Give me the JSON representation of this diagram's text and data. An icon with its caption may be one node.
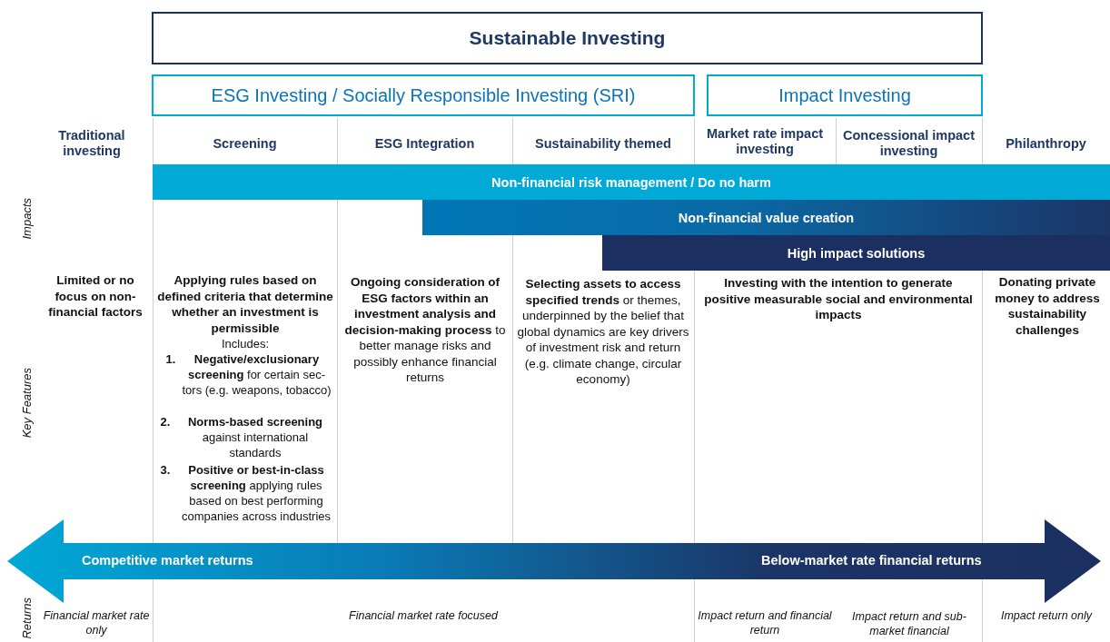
{
  "diagram": {
    "nodes": [
      {
        "text": [
          "Sustainable Investing"
        ]
      },
      {
        "text": [
          "ESG Investing / Socially Responsible Investing (SRI)"
        ]
      },
      {
        "text": [
          "Impact Investing"
        ]
      },
      {
        "text": [
          "Non-financial risk management / Do no harm"
        ]
      },
      {
        "text": [
          "Non-financial value creation"
        ]
      },
      {
        "text": [
          "High impact solutions"
        ]
      },
      {
        "text": [
          "Competitive market returns",
          "Below-market rate financial returns"
        ]
      }
    ],
    "labels": [
      "Traditional investing",
      "Screening",
      "ESG Integration",
      "Sustainability themed",
      "Market rate impact investing",
      "Concessional impact investing",
      "Philanthropy",
      "Impacts",
      "Limited or no focus on non-financial factors",
      "Applying rules based on defined criteria that determine whether an investment is permissible",
      "Includes:",
      "1.",
      "**Negative/exclusionary screening** for certain sec- tors (e.g. weapons, tobacco)",
      "2.",
      "**Norms-based screening** against international standards",
      "3.",
      "**Positive or best-in-class screening** applying rules based on best performing companies across industries",
      "**Ongoing consideration of ESG factors within an investment analysis and decision-making process** to better manage risks and possibly enhance financial returns",
      "**Selecting assets to access specified trends** or themes, underpinned by the belief that global dynamics are key drivers of investment risk and return (e.g. climate change, circular economy)",
      "Investing with the intention to generate positive measurable social and environmental impacts",
      "Donating private money to address sustainability challenges",
      "Key Features",
      "Returns",
      "Financial market rate only",
      "Financial market rate focused",
      "Impact return and financial return",
      "Impact return and sub-market financial",
      "Impact return only"
    ]
  }
}
